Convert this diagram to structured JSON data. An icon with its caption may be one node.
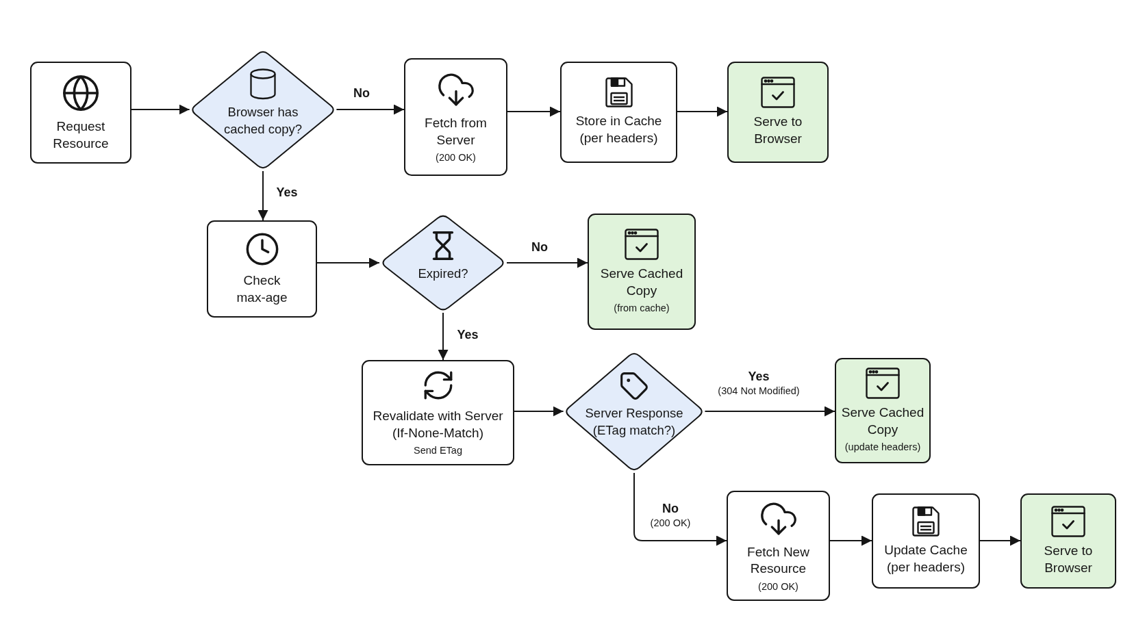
{
  "diagram": {
    "nodes": [
      {
        "text": [
          "Request Resource"
        ]
      },
      {
        "text": [
          "Browser has cached copy?"
        ]
      },
      {
        "text": [
          "Fetch from Server",
          "(200 OK)"
        ]
      },
      {
        "text": [
          "Store in Cache (per headers)"
        ]
      },
      {
        "text": [
          "Serve to Browser"
        ]
      },
      {
        "text": [
          "Check max-age"
        ]
      },
      {
        "text": [
          "Expired?"
        ]
      },
      {
        "text": [
          "Serve Cached Copy",
          "(from cache)"
        ]
      },
      {
        "text": [
          "Revalidate with Server (If-None-Match)",
          "Send ETag"
        ]
      },
      {
        "text": [
          "Server Response (ETag match?)"
        ]
      },
      {
        "text": [
          "Serve Cached Copy",
          "(update headers)"
        ]
      },
      {
        "text": [
          "Fetch New Resource",
          "(200 OK)"
        ]
      },
      {
        "text": [
          "Update Cache (per headers)"
        ]
      },
      {
        "text": [
          "Serve to Browser"
        ]
      }
    ],
    "edges": [
      {
        "from": 0,
        "to": 1,
        "arrow": "to"
      },
      {
        "from": 1,
        "to": 2,
        "arrow": "to",
        "label": "No"
      },
      {
        "from": 2,
        "to": 3,
        "arrow": "to"
      },
      {
        "from": 3,
        "to": 4,
        "arrow": "to"
      },
      {
        "from": 1,
        "to": 5,
        "arrow": "to",
        "label": "Yes"
      },
      {
        "from": 5,
        "to": 6,
        "arrow": "to"
      },
      {
        "from": 6,
        "to": 7,
        "arrow": "to",
        "label": "No"
      },
      {
        "from": 6,
        "to": 8,
        "arrow": "to",
        "label": "Yes"
      },
      {
        "from": 8,
        "to": 9,
        "arrow": "to"
      },
      {
        "from": 9,
        "to": 10,
        "arrow": "to",
        "label": "**Yes** (304 Not Modified)"
      },
      {
        "from": 9,
        "to": 11,
        "arrow": "to",
        "label": "**No** (200 OK)"
      },
      {
        "from": 11,
        "to": 12,
        "arrow": "to"
      },
      {
        "from": 12,
        "to": 13,
        "arrow": "to"
      }
    ]
  }
}
